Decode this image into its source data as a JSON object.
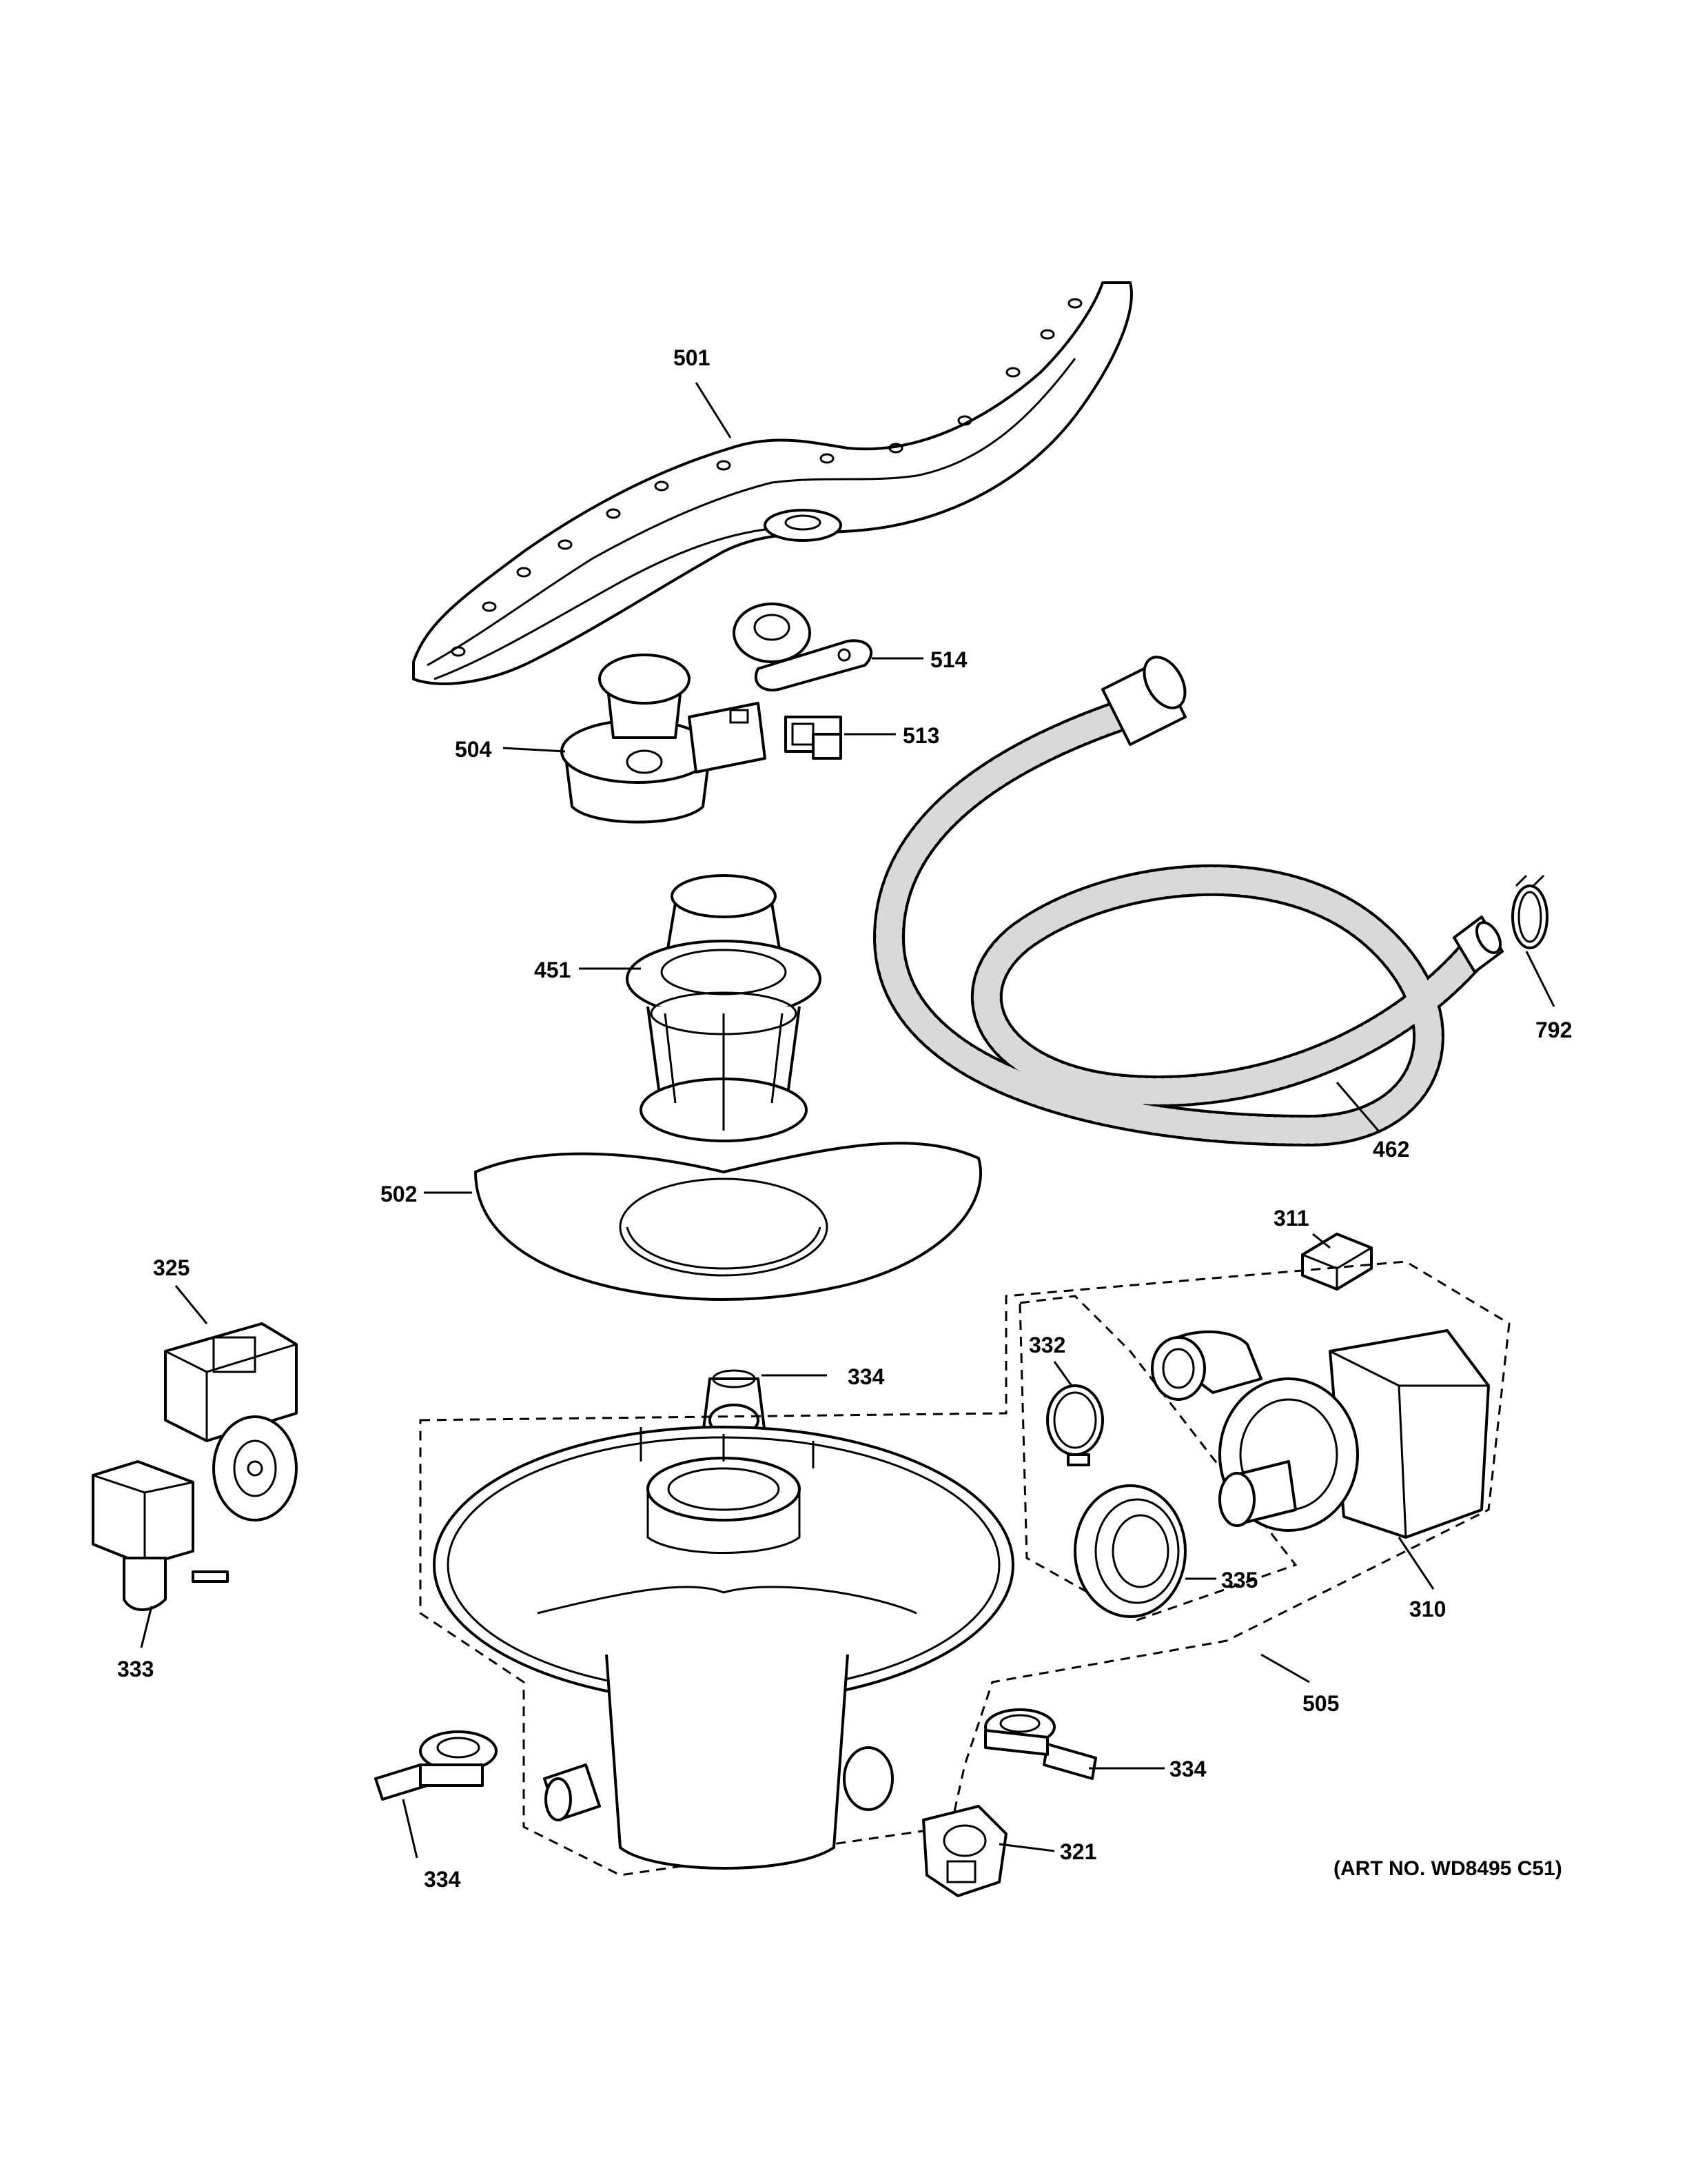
{
  "parts": [
    {
      "id": "501",
      "name": "spray-arm"
    },
    {
      "id": "514",
      "name": "diverter-disc"
    },
    {
      "id": "513",
      "name": "connector"
    },
    {
      "id": "504",
      "name": "spray-arm-mount"
    },
    {
      "id": "451",
      "name": "filter-assembly"
    },
    {
      "id": "462",
      "name": "drain-hose"
    },
    {
      "id": "792",
      "name": "hose-clamp"
    },
    {
      "id": "502",
      "name": "filter-plate"
    },
    {
      "id": "311",
      "name": "small-block"
    },
    {
      "id": "325",
      "name": "drain-pump"
    },
    {
      "id": "332",
      "name": "clamp-ring"
    },
    {
      "id": "334",
      "name": "clip"
    },
    {
      "id": "333",
      "name": "valve"
    },
    {
      "id": "335",
      "name": "seal"
    },
    {
      "id": "310",
      "name": "circulation-pump"
    },
    {
      "id": "505",
      "name": "sump-assembly"
    },
    {
      "id": "321",
      "name": "sensor"
    }
  ],
  "labels": {
    "p501": "501",
    "p514": "514",
    "p513": "513",
    "p504": "504",
    "p451": "451",
    "p792": "792",
    "p462": "462",
    "p502": "502",
    "p311": "311",
    "p325": "325",
    "p332": "332",
    "p334a": "334",
    "p333": "333",
    "p335": "335",
    "p310": "310",
    "p505": "505",
    "p334b": "334",
    "p334c": "334",
    "p321": "321"
  },
  "art_number": "(ART NO. WD8495 C51)"
}
